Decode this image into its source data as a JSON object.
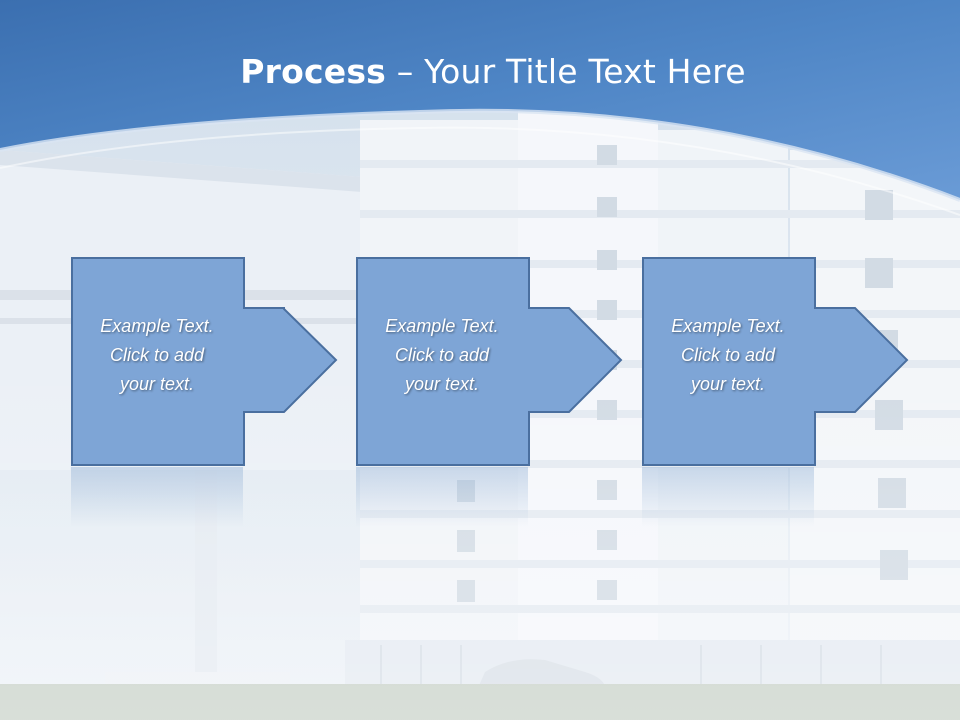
{
  "slide": {
    "title_bold": "Process",
    "title_rest": " – Your Title Text Here",
    "steps": [
      {
        "line1": "Example Text.",
        "line2": "Click  to add",
        "line3": "your text."
      },
      {
        "line1": "Example Text.",
        "line2": "Click  to add",
        "line3": "your text."
      },
      {
        "line1": "Example Text.",
        "line2": "Click  to add",
        "line3": "your text."
      }
    ]
  },
  "colors": {
    "header_blue": "#4f86c6",
    "box_fill": "#7ea5d6",
    "box_border": "#4a6f9f",
    "background": "#e6edf4"
  },
  "icons": {
    "arrow": "right-arrow-icon"
  }
}
